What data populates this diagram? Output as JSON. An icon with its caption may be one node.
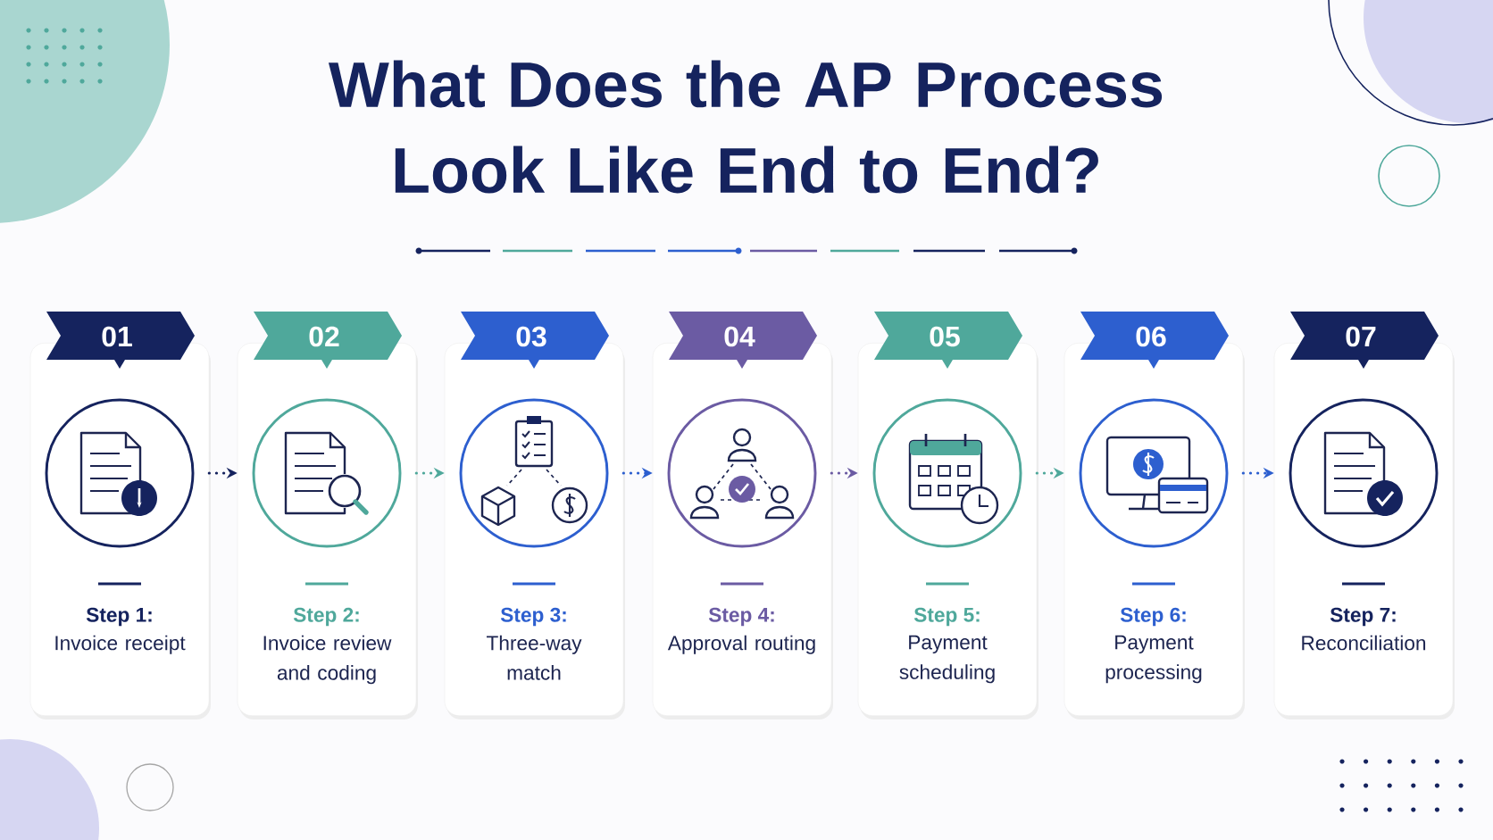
{
  "diagram": {
    "title": "What Does the AP Process Look Like End to End?",
    "nodes": [
      {
        "text": [
          "01",
          "Step 1:",
          "Invoice receipt"
        ]
      },
      {
        "text": [
          "02",
          "Step 2:",
          "Invoice review and coding"
        ]
      },
      {
        "text": [
          "03",
          "Step 3:",
          "Three-way match"
        ]
      },
      {
        "text": [
          "04",
          "Step 4:",
          "Approval routing"
        ]
      },
      {
        "text": [
          "05",
          "Step 5:",
          "Payment scheduling"
        ]
      },
      {
        "text": [
          "06",
          "Step 6:",
          "Payment processing"
        ]
      },
      {
        "text": [
          "07",
          "Step 7:",
          "Reconciliation"
        ]
      }
    ],
    "edges": [
      {
        "from": 0,
        "to": 1,
        "arrow": "to",
        "color": "#15235e"
      },
      {
        "from": 1,
        "to": 2,
        "arrow": "to",
        "color": "#4fa89b"
      },
      {
        "from": 2,
        "to": 3,
        "arrow": "to",
        "color": "#2d5fcf"
      },
      {
        "from": 3,
        "to": 4,
        "arrow": "to",
        "color": "#6b5ba3"
      },
      {
        "from": 4,
        "to": 5,
        "arrow": "to",
        "color": "#4fa89b"
      },
      {
        "from": 5,
        "to": 6,
        "arrow": "to",
        "color": "#2d5fcf"
      }
    ]
  }
}
